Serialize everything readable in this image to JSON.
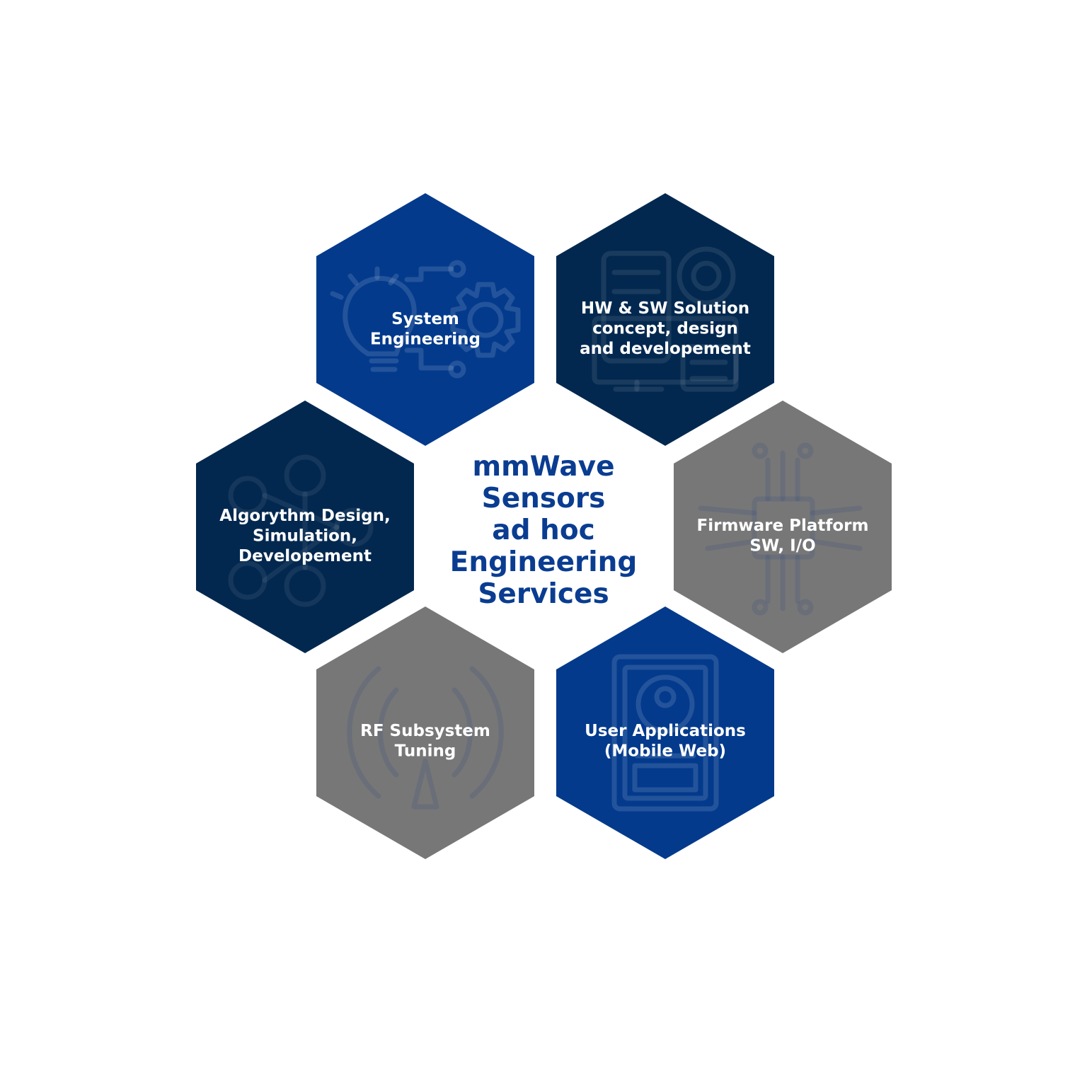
{
  "center": {
    "lines": [
      "mmWave",
      "Sensors",
      "ad hoc",
      "Engineering",
      "Services"
    ]
  },
  "hexagons": [
    {
      "name": "system-engineering",
      "lines": [
        "System",
        "Engineering"
      ],
      "color": "#033a8c",
      "icon": "lightbulb-gear-icon"
    },
    {
      "name": "hw-sw-solution",
      "lines": [
        "HW & SW Solution",
        "concept, design",
        "and developement"
      ],
      "color": "#03284f",
      "icon": "hardware-software-icon"
    },
    {
      "name": "algorythm-design",
      "lines": [
        "Algorythm Design,",
        "Simulation,",
        "Developement"
      ],
      "color": "#03284f",
      "icon": "network-nodes-icon"
    },
    {
      "name": "firmware-platform",
      "lines": [
        "Firmware Platform",
        "SW, I/O"
      ],
      "color": "#777777",
      "icon": "chip-circuit-icon"
    },
    {
      "name": "rf-subsystem",
      "lines": [
        "RF Subsystem",
        "Tuning"
      ],
      "color": "#777777",
      "icon": "antenna-signal-icon"
    },
    {
      "name": "user-applications",
      "lines": [
        "User Applications",
        "(Mobile Web)"
      ],
      "color": "#033a8c",
      "icon": "mobile-profile-icon"
    }
  ],
  "colors": {
    "title": "#0a3d91",
    "label": "#ffffff",
    "background": "#ffffff"
  }
}
